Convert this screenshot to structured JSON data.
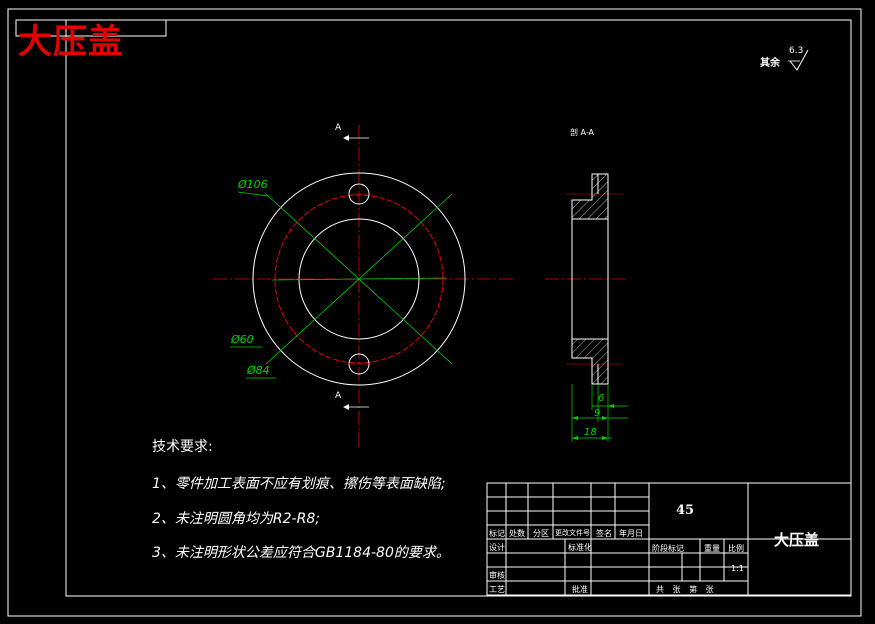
{
  "header": {
    "title": "大压盖"
  },
  "roughness": {
    "label": "其余",
    "value": "6.3"
  },
  "section_label": "剖 A-A",
  "markers": {
    "top": "A",
    "bottom": "A"
  },
  "front_view_dims": {
    "d106": "Ø106",
    "d60": "Ø60",
    "d84": "Ø84"
  },
  "side_view_dims": {
    "d6": "6",
    "d9": "9",
    "d18": "18"
  },
  "tech_requirements": {
    "title": "技术要求:",
    "items": [
      "1、零件加工表面不应有划痕、擦伤等表面缺陷;",
      "2、未注明圆角均为R2-R8;",
      "3、未注明形状公差应符合GB1184-80的要求。"
    ]
  },
  "title_block": {
    "material": "45",
    "part_name": "大压盖",
    "scale": "1:1",
    "row_labels": [
      "标记",
      "处数",
      "分区",
      "更改文件号",
      "签名",
      "年月日"
    ],
    "left_labels": [
      "设计",
      "审核",
      "工艺"
    ],
    "mid_labels": [
      "标准化",
      "批准"
    ],
    "stage_labels": [
      "阶段标记",
      "重量",
      "比例"
    ],
    "sheet_label": "共  张  第  张"
  }
}
